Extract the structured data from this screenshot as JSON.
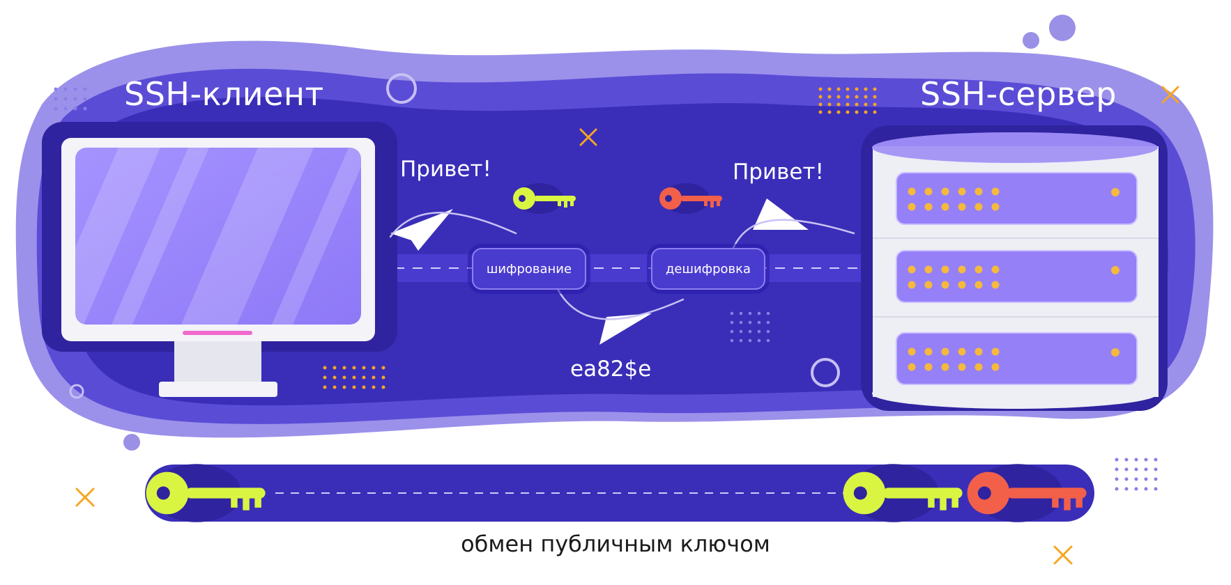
{
  "client": {
    "title": "SSH-клиент"
  },
  "server": {
    "title": "SSH-сервер"
  },
  "flow": {
    "message_out": "Привет!",
    "message_in": "Привет!",
    "encrypt_label": "шифрование",
    "decrypt_label": "дешифровка",
    "ciphertext": "ea82$e"
  },
  "keys": {
    "public": {
      "icon": "key-icon",
      "color": "#d9f542"
    },
    "private": {
      "icon": "key-icon",
      "color": "#f2604a"
    }
  },
  "exchange": {
    "caption": "обмен публичным ключом"
  },
  "colors": {
    "background_dark": "#3a2eb8",
    "background_light": "#7d6fe0",
    "accent_orange": "#f5a623",
    "screen": "#9b86ff"
  }
}
